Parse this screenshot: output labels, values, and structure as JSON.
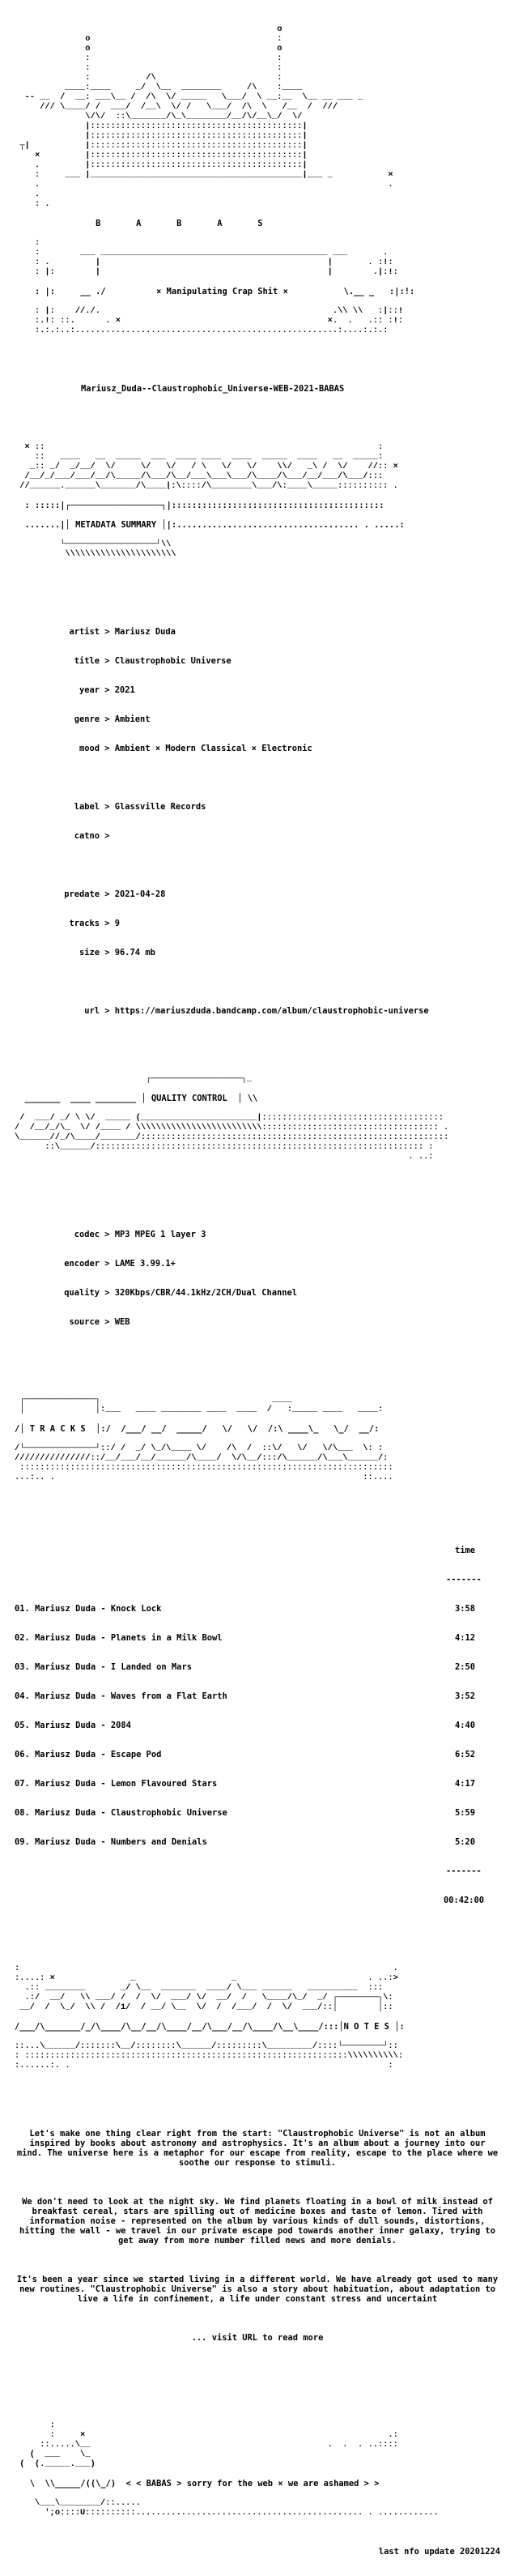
{
  "release_name": "Mariusz_Duda--Claustrophobic_Universe-WEB-2021-BABAS",
  "header": {
    "group_letters": "B       A       B       A       S",
    "tagline": "× Manipulating Crap Shit ×"
  },
  "sections": {
    "metadata": "METADATA SUMMARY",
    "quality": "QUALITY CONTROL",
    "tracks": "T R A C K S",
    "notes": "N O T E S"
  },
  "metadata": [
    {
      "key": "artist",
      "value": "Mariusz Duda"
    },
    {
      "key": "title",
      "value": "Claustrophobic Universe"
    },
    {
      "key": "year",
      "value": "2021"
    },
    {
      "key": "genre",
      "value": "Ambient"
    },
    {
      "key": "mood",
      "value": "Ambient × Modern Classical × Electronic"
    },
    {
      "key": "label",
      "value": "Glassville Records"
    },
    {
      "key": "catno",
      "value": ""
    },
    {
      "key": "predate",
      "value": "2021-04-28"
    },
    {
      "key": "tracks",
      "value": "9"
    },
    {
      "key": "size",
      "value": "96.74 mb"
    },
    {
      "key": "url",
      "value": "https://mariuszduda.bandcamp.com/album/claustrophobic-universe"
    }
  ],
  "quality": [
    {
      "key": "codec",
      "value": "MP3 MPEG 1 layer 3"
    },
    {
      "key": "encoder",
      "value": "LAME 3.99.1+"
    },
    {
      "key": "quality",
      "value": "320Kbps/CBR/44.1kHz/2CH/Dual Channel"
    },
    {
      "key": "source",
      "value": "WEB"
    }
  ],
  "tracklist": {
    "time_header": "time",
    "total": "00:42:00",
    "items": [
      {
        "label": "01. Mariusz Duda - Knock Lock",
        "time": "3:58"
      },
      {
        "label": "02. Mariusz Duda - Planets in a Milk Bowl",
        "time": "4:12"
      },
      {
        "label": "03. Mariusz Duda - I Landed on Mars",
        "time": "2:50"
      },
      {
        "label": "04. Mariusz Duda - Waves from a Flat Earth",
        "time": "3:52"
      },
      {
        "label": "05. Mariusz Duda - 2084",
        "time": "4:40"
      },
      {
        "label": "06. Mariusz Duda - Escape Pod",
        "time": "6:52"
      },
      {
        "label": "07. Mariusz Duda - Lemon Flavoured Stars",
        "time": "4:17"
      },
      {
        "label": "08. Mariusz Duda - Claustrophobic Universe",
        "time": "5:59"
      },
      {
        "label": "09. Mariusz Duda - Numbers and Denials",
        "time": "5:20"
      }
    ]
  },
  "notes": {
    "paragraphs": [
      "Let's make one thing clear right from the start: \"Claustrophobic Universe\" is not an album inspired by books about astronomy and astrophysics. It's an album about a journey into our mind. The universe here is a metaphor for our escape from reality, escape to the place where we soothe our response to stimuli.",
      "We don't need to look at the night sky. We find planets floating in a bowl of milk instead of breakfast cereal, stars are spilling out of medicine boxes and taste of lemon. Tired with information noise - represented on the album by various kinds of dull sounds, distortions, hitting the wall - we travel in our private escape pod towards another inner galaxy, trying to get away from more number filled news and more denials.",
      "It's been a year since we started living in a different world. We have already got used to many new routines. \"Claustrophobic Universe\" is also a story about habituation, about adaptation to live a life in confinement, a life under constant stress and uncertaint"
    ],
    "read_more": "... visit URL to read more"
  },
  "footer": {
    "message": "< < BABAS > sorry for the web × we are ashamed > >",
    "last_update": "last nfo update 20201224"
  }
}
